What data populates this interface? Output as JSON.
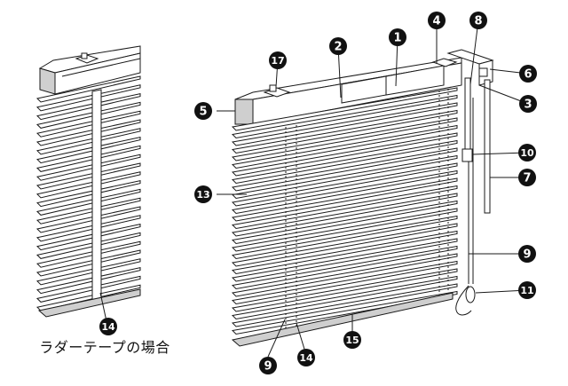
{
  "diagram": {
    "caption": "ラダーテープの場合",
    "badges": [
      {
        "id": "1",
        "label": "1"
      },
      {
        "id": "2",
        "label": "2"
      },
      {
        "id": "3",
        "label": "3"
      },
      {
        "id": "4",
        "label": "4"
      },
      {
        "id": "5",
        "label": "5"
      },
      {
        "id": "6",
        "label": "6"
      },
      {
        "id": "7",
        "label": "7"
      },
      {
        "id": "8",
        "label": "8"
      },
      {
        "id": "9a",
        "label": "9"
      },
      {
        "id": "9b",
        "label": "9"
      },
      {
        "id": "10",
        "label": "10"
      },
      {
        "id": "11",
        "label": "11"
      },
      {
        "id": "13",
        "label": "13"
      },
      {
        "id": "14a",
        "label": "14"
      },
      {
        "id": "14b",
        "label": "14"
      },
      {
        "id": "15",
        "label": "15"
      },
      {
        "id": "17",
        "label": "17"
      }
    ],
    "colors": {
      "ink": "#1a1a1a",
      "badge": "#111111",
      "fill": "#ffffff",
      "shade": "#cfcfcf"
    }
  }
}
